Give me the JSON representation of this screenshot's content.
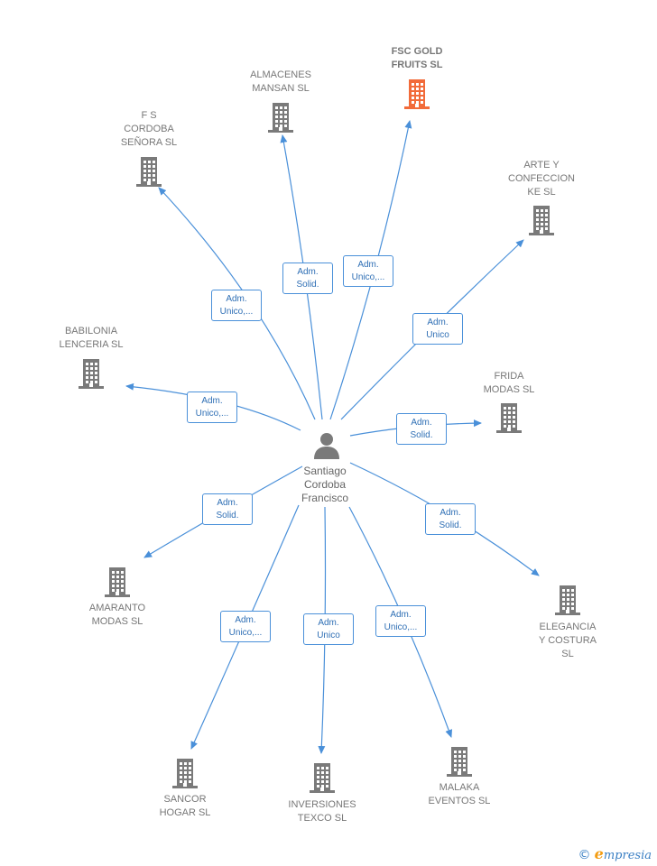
{
  "center": {
    "name": "Santiago\nCordoba\nFrancisco",
    "icon": "person-icon"
  },
  "colors": {
    "edge": "#4a90d9",
    "building": "#7a7a7a",
    "building_highlight": "#f26b3a"
  },
  "companies": [
    {
      "id": "fsc-gold-fruits",
      "label": "FSC GOLD\nFRUITS  SL",
      "highlight": true,
      "relation": "Adm.\nUnico,..."
    },
    {
      "id": "almacenes-mansan",
      "label": "ALMACENES\nMANSAN SL",
      "highlight": false,
      "relation": "Adm.\nSolid."
    },
    {
      "id": "fs-cordoba-senora",
      "label": "F S\nCORDOBA\nSEÑORA  SL",
      "highlight": false,
      "relation": "Adm.\nUnico,..."
    },
    {
      "id": "arte-y-confeccion-ke",
      "label": "ARTE Y\nCONFECCION\nKE  SL",
      "highlight": false,
      "relation": "Adm.\nUnico"
    },
    {
      "id": "babilonia-lenceria",
      "label": "BABILONIA\nLENCERIA  SL",
      "highlight": false,
      "relation": "Adm.\nUnico,..."
    },
    {
      "id": "frida-modas",
      "label": "FRIDA\nMODAS SL",
      "highlight": false,
      "relation": "Adm.\nSolid."
    },
    {
      "id": "amaranto-modas",
      "label": "AMARANTO\nMODAS SL",
      "highlight": false,
      "relation": "Adm.\nSolid."
    },
    {
      "id": "elegancia-y-costura",
      "label": "ELEGANCIA\nY COSTURA\nSL",
      "highlight": false,
      "relation": "Adm.\nSolid."
    },
    {
      "id": "sancor-hogar",
      "label": "SANCOR\nHOGAR  SL",
      "highlight": false,
      "relation": "Adm.\nUnico,..."
    },
    {
      "id": "inversiones-texco",
      "label": "INVERSIONES\nTEXCO  SL",
      "highlight": false,
      "relation": "Adm.\nUnico"
    },
    {
      "id": "malaka-eventos",
      "label": "MALAKA\nEVENTOS  SL",
      "highlight": false,
      "relation": "Adm.\nUnico,..."
    }
  ],
  "footer": {
    "copyright": "©",
    "brand_initial": "e",
    "brand_rest": "mpresia"
  }
}
